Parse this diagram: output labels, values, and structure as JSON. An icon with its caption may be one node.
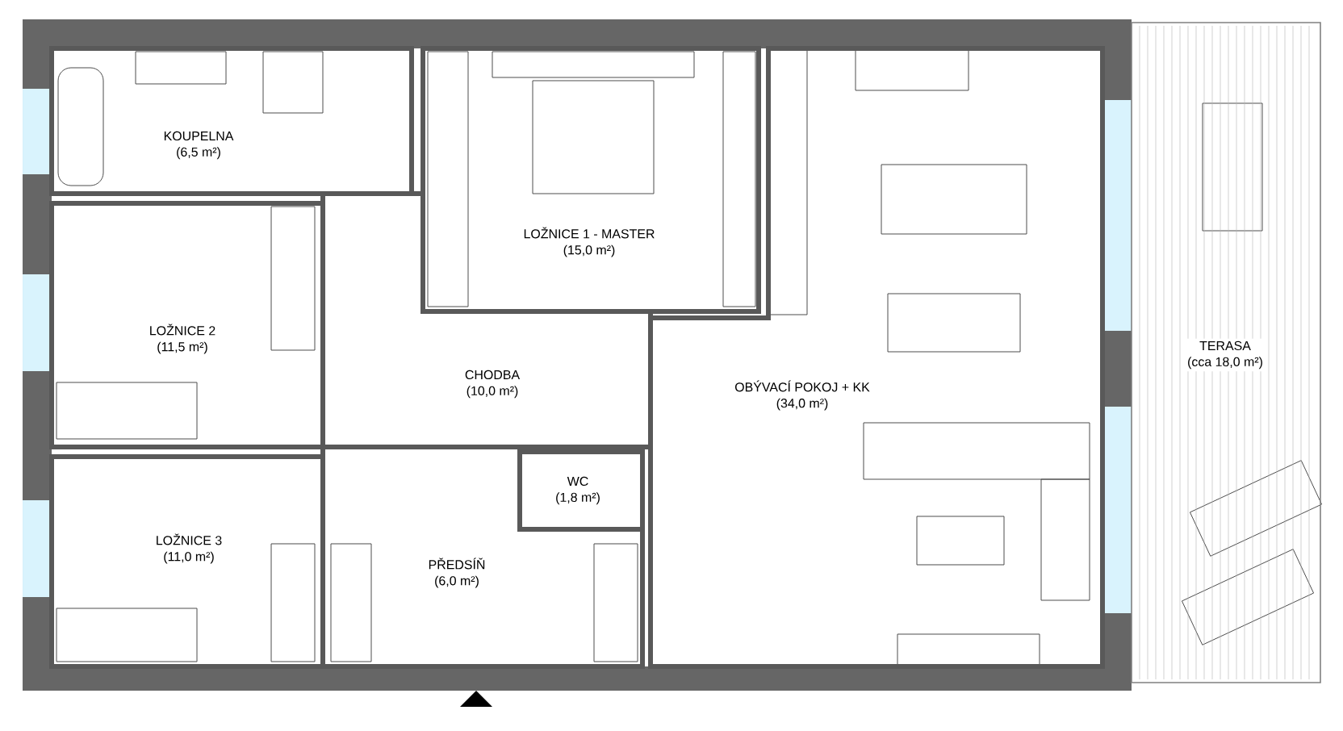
{
  "diagram": {
    "nodes": [
      {
        "text": [
          "KOUPELNA",
          "(6,5 m²)"
        ]
      },
      {
        "text": [
          "LOŽNICE 1 - MASTER",
          "(15,0 m²)"
        ]
      },
      {
        "text": [
          "LOŽNICE 2",
          "(11,5 m²)"
        ]
      },
      {
        "text": [
          "CHODBA",
          "(10,0 m²)"
        ]
      },
      {
        "text": [
          "OBÝVACÍ POKOJ + KK",
          "(34,0 m²)"
        ]
      },
      {
        "text": [
          "TERASA",
          "(cca 18,0 m²)"
        ]
      },
      {
        "text": [
          "WC",
          "(1,8 m²)"
        ]
      },
      {
        "text": [
          "LOŽNICE 3",
          "(11,0 m²)"
        ]
      },
      {
        "text": [
          "PŘEDSÍŇ",
          "(6,0 m²)"
        ]
      }
    ]
  }
}
